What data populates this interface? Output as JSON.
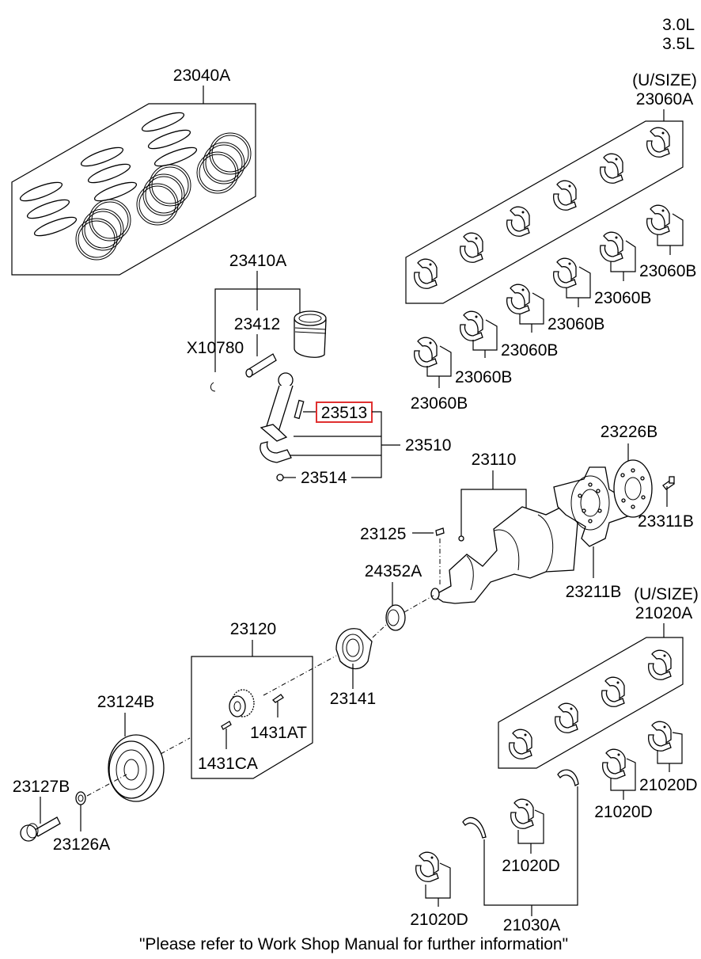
{
  "engine": {
    "line1": "3.0L",
    "line2": "3.5L"
  },
  "highlight_color": "#e03030",
  "footer": "\"Please refer to Work Shop Manual for further information\"",
  "labels": {
    "ring_set": "23040A",
    "piston_assy": "23410A",
    "piston_pin": "23412",
    "snap_ring": "X10780",
    "conrod_bolt": "23513",
    "conrod_assy": "23510",
    "conrod_nut": "23514",
    "conrod_bearing_usize_note": "(U/SIZE)",
    "conrod_bearing_set": "23060A",
    "conrod_bearing": "23060B",
    "crankshaft": "23110",
    "crank_pin": "23125",
    "oil_seal": "24352A",
    "plate": "23226B",
    "flex_bolt": "23311B",
    "adapter": "23211B",
    "main_bearing_usize_note": "(U/SIZE)",
    "main_bearing_set": "21020A",
    "main_bearing": "21020D",
    "sprocket_assy": "23120",
    "timing_washer": "23141",
    "damper_pulley": "23124B",
    "key_at": "1431AT",
    "key_ca": "1431CA",
    "pulley_bolt": "23127B",
    "pulley_washer": "23126A",
    "thrust_bearing": "21030A"
  }
}
